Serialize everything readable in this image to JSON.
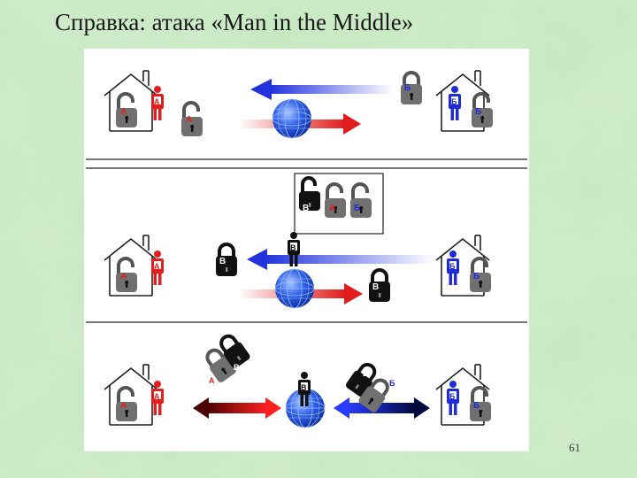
{
  "slide": {
    "title": "Справка: атака «Man in the Middle»",
    "page_number": "61"
  },
  "labels": {
    "alice": "А",
    "bob": "Б",
    "mallory": "В"
  },
  "colors": {
    "background": "#bfe5b8",
    "alice": "#e41e1e",
    "bob": "#1e2bd6",
    "mallory": "#111111",
    "lock_gray": "#707070"
  }
}
